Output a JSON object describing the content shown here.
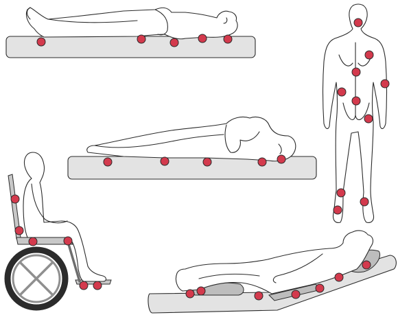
{
  "colors": {
    "pressure_point": "#d33a4d",
    "surface": "#e3e3e3",
    "cushion": "#bdbdbd",
    "outline": "#2a2a2a",
    "wheel": "#2b2b2b"
  },
  "figures": [
    {
      "id": "supine",
      "pressure_point_count": 5
    },
    {
      "id": "standing-back",
      "pressure_point_count": 10
    },
    {
      "id": "side-lying",
      "pressure_point_count": 5
    },
    {
      "id": "seated-wheelchair",
      "pressure_point_count": 6
    },
    {
      "id": "reclined-bed",
      "pressure_point_count": 7
    }
  ]
}
